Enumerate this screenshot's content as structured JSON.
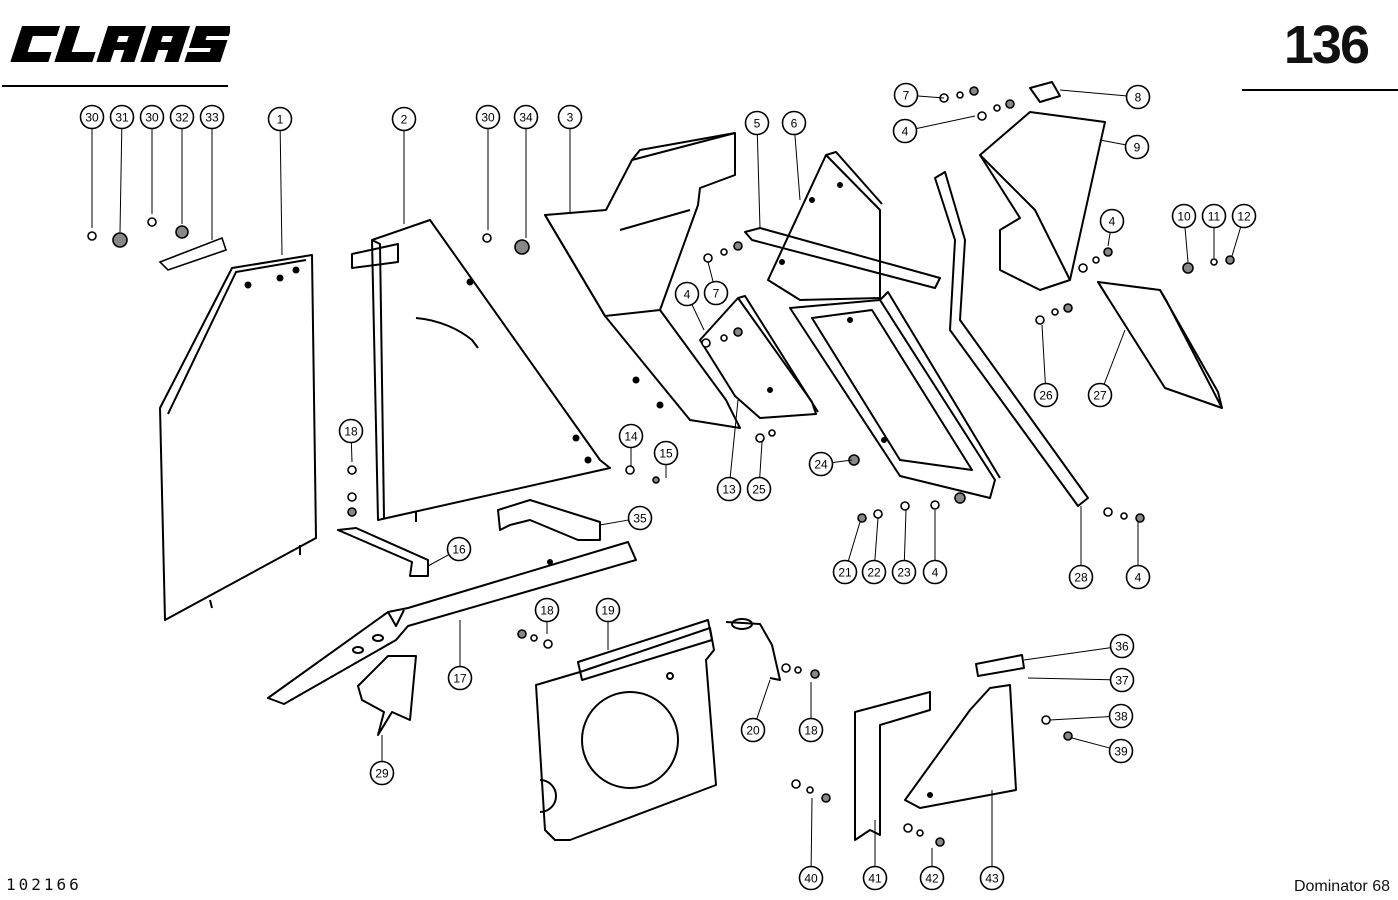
{
  "header": {
    "brand": "CLAAS",
    "page_number": "136"
  },
  "footer": {
    "document_id": "102166",
    "model": "Dominator 68"
  },
  "callouts": [
    {
      "id": "c-30a",
      "label": "30"
    },
    {
      "id": "c-31",
      "label": "31"
    },
    {
      "id": "c-30b",
      "label": "30"
    },
    {
      "id": "c-32",
      "label": "32"
    },
    {
      "id": "c-33",
      "label": "33"
    },
    {
      "id": "c-1",
      "label": "1"
    },
    {
      "id": "c-2",
      "label": "2"
    },
    {
      "id": "c-30c",
      "label": "30"
    },
    {
      "id": "c-34",
      "label": "34"
    },
    {
      "id": "c-3",
      "label": "3"
    },
    {
      "id": "c-5",
      "label": "5"
    },
    {
      "id": "c-6",
      "label": "6"
    },
    {
      "id": "c-7a",
      "label": "7"
    },
    {
      "id": "c-8",
      "label": "8"
    },
    {
      "id": "c-4a",
      "label": "4"
    },
    {
      "id": "c-9",
      "label": "9"
    },
    {
      "id": "c-4b",
      "label": "4"
    },
    {
      "id": "c-10",
      "label": "10"
    },
    {
      "id": "c-11",
      "label": "11"
    },
    {
      "id": "c-12",
      "label": "12"
    },
    {
      "id": "c-4c",
      "label": "4"
    },
    {
      "id": "c-7b",
      "label": "7"
    },
    {
      "id": "c-26",
      "label": "26"
    },
    {
      "id": "c-27",
      "label": "27"
    },
    {
      "id": "c-18a",
      "label": "18"
    },
    {
      "id": "c-14",
      "label": "14"
    },
    {
      "id": "c-15",
      "label": "15"
    },
    {
      "id": "c-13",
      "label": "13"
    },
    {
      "id": "c-25",
      "label": "25"
    },
    {
      "id": "c-24",
      "label": "24"
    },
    {
      "id": "c-35",
      "label": "35"
    },
    {
      "id": "c-16",
      "label": "16"
    },
    {
      "id": "c-21",
      "label": "21"
    },
    {
      "id": "c-22",
      "label": "22"
    },
    {
      "id": "c-23",
      "label": "23"
    },
    {
      "id": "c-4d",
      "label": "4"
    },
    {
      "id": "c-28",
      "label": "28"
    },
    {
      "id": "c-4e",
      "label": "4"
    },
    {
      "id": "c-18b",
      "label": "18"
    },
    {
      "id": "c-19",
      "label": "19"
    },
    {
      "id": "c-17",
      "label": "17"
    },
    {
      "id": "c-36",
      "label": "36"
    },
    {
      "id": "c-37",
      "label": "37"
    },
    {
      "id": "c-20",
      "label": "20"
    },
    {
      "id": "c-18c",
      "label": "18"
    },
    {
      "id": "c-38",
      "label": "38"
    },
    {
      "id": "c-39",
      "label": "39"
    },
    {
      "id": "c-29",
      "label": "29"
    },
    {
      "id": "c-40",
      "label": "40"
    },
    {
      "id": "c-41",
      "label": "41"
    },
    {
      "id": "c-42",
      "label": "42"
    },
    {
      "id": "c-43",
      "label": "43"
    }
  ]
}
